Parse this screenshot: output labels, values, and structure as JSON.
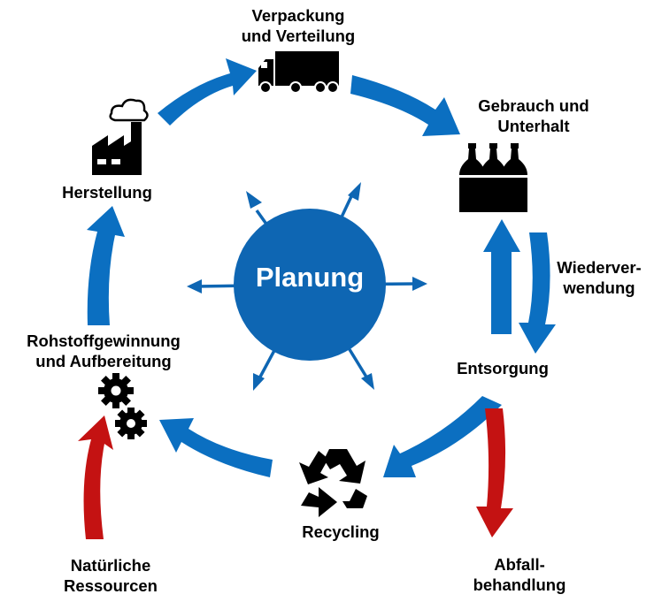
{
  "colors": {
    "flow_blue": "#0b6fc1",
    "hub_blue": "#0e66b3",
    "input_output_red": "#c41212",
    "icon_black": "#000000"
  },
  "center": {
    "label": "Planung"
  },
  "stages": {
    "verpackung": [
      "Verpackung",
      "und Verteilung"
    ],
    "gebrauch": [
      "Gebrauch und",
      "Unterhalt"
    ],
    "wiederverwendung": [
      "Wiederver-",
      "wendung"
    ],
    "entsorgung": "Entsorgung",
    "abfall": [
      "Abfall-",
      "behandlung"
    ],
    "recycling": "Recycling",
    "natuerlich": [
      "Natürliche",
      "Ressourcen"
    ],
    "rohstoff": [
      "Rohstoffgewinnung",
      "und Aufbereitung"
    ],
    "herstellung": "Herstellung"
  },
  "icons": {
    "truck": "truck-icon",
    "bottles": "bottles-icon",
    "recycling": "recycling-icon",
    "gears": "gears-icon",
    "factory": "factory-icon"
  }
}
